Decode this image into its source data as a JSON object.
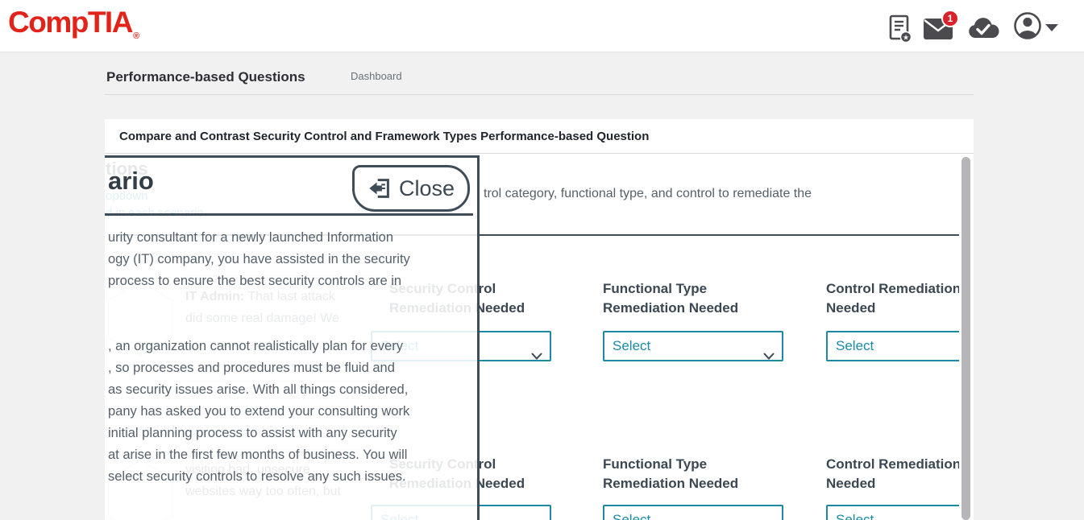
{
  "header": {
    "logo": "CompTIA",
    "registered_mark": "®",
    "mail_badge_count": "1"
  },
  "page": {
    "title": "Performance-based Questions",
    "breadcrumb": "Dashboard"
  },
  "panel": {
    "title": "Compare and Contrast Security Control and Framework Types Performance-based Question"
  },
  "content": {
    "instruction_fragment": "trol category, functional type, and control to remediate the",
    "faded_fragments": {
      "heading": "tions",
      "link": "opdown",
      "line": "d in each scenario."
    },
    "chat": {
      "bubble1_speaker": "IT Admin:",
      "bubble1_line1_rest": " That last attack",
      "bubble1_line2": "did some real damage! We",
      "bubble2_line1": "visiting bad, unsecure",
      "bubble2_line2": "websites way too often, but"
    },
    "select_placeholder": "Select",
    "groups": [
      {
        "line1": "Security Control",
        "line2": "Remediation Needed"
      },
      {
        "line1": "Functional Type",
        "line2": "Remediation Needed"
      },
      {
        "line1": "Control Remediation",
        "line2": "Needed"
      }
    ]
  },
  "modal": {
    "title_fragment": "ario",
    "close_label": "Close",
    "paragraph1": [
      "urity consultant for a newly launched Information",
      "ogy (IT) company, you have assisted in the security",
      "process to ensure the best security controls are in"
    ],
    "paragraph2": [
      ", an organization cannot realistically plan for every",
      ", so processes and procedures must be fluid and",
      "as security issues arise. With all things considered,",
      "pany has asked you to extend your consulting work",
      "initial planning process to assist with any security",
      "at arise in the first few months of business. You will",
      "select security controls to resolve any such issues."
    ]
  },
  "colors": {
    "brand_red": "#e2231a",
    "teal_accent": "#1b8aa5",
    "dark_slate": "#3f4d59",
    "badge_red": "#d8232a"
  }
}
